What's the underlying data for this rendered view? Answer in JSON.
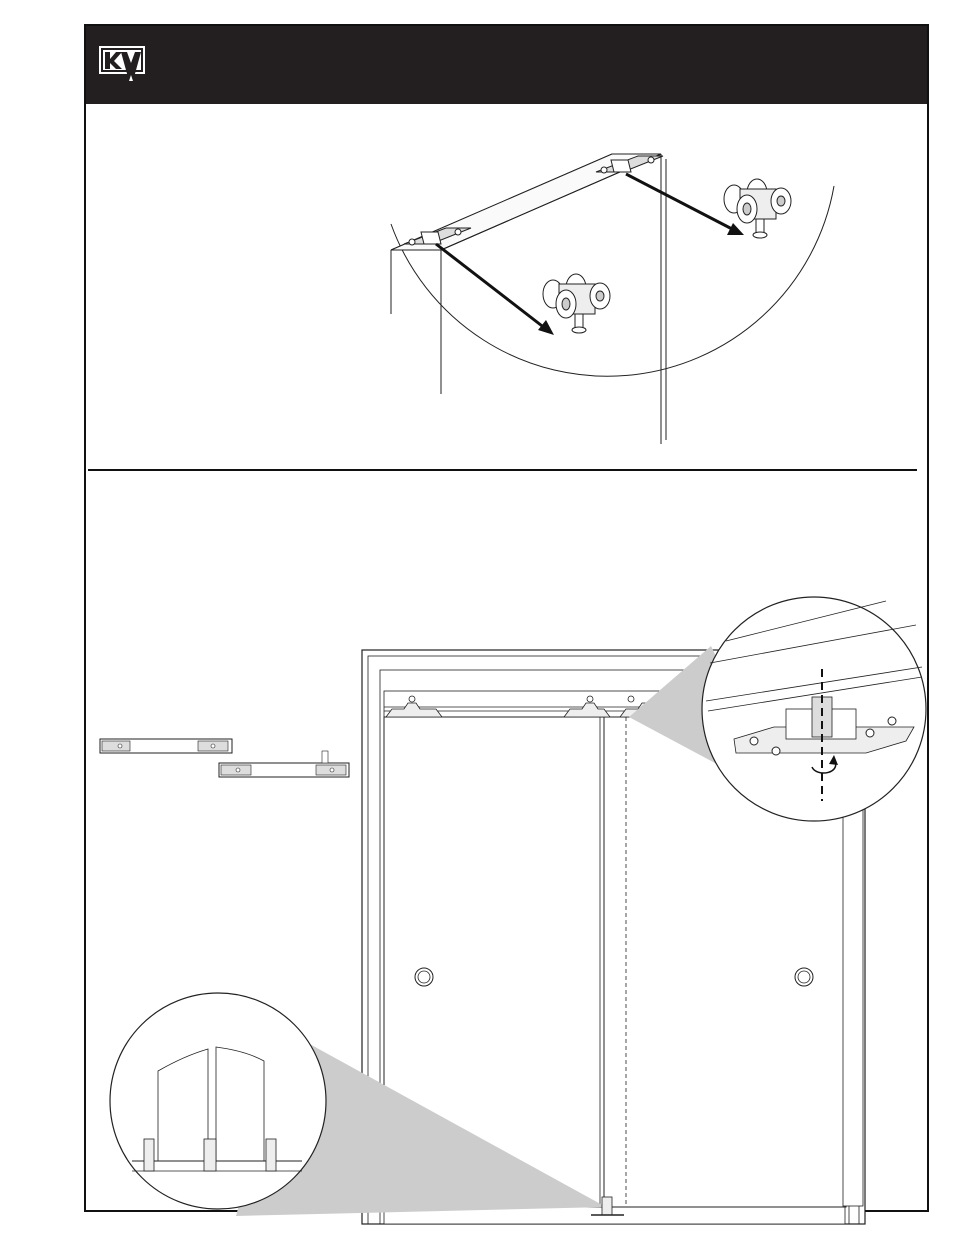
{
  "header": {
    "logo": {
      "name": "KV",
      "background": "#231f20",
      "foreground": "#ffffff"
    }
  },
  "colors": {
    "frame": "#111111",
    "callout_fill": "#cccccc",
    "line": "#222222"
  },
  "icons": {
    "top": [
      "door-panel-illustration",
      "roller-carriage-icon",
      "mounting-plate-icon",
      "arrow-icon"
    ],
    "bottom": [
      "door-frame-illustration",
      "door-pull-icon",
      "rotate-arrow-icon",
      "floor-guide-icon",
      "track-icon"
    ]
  }
}
